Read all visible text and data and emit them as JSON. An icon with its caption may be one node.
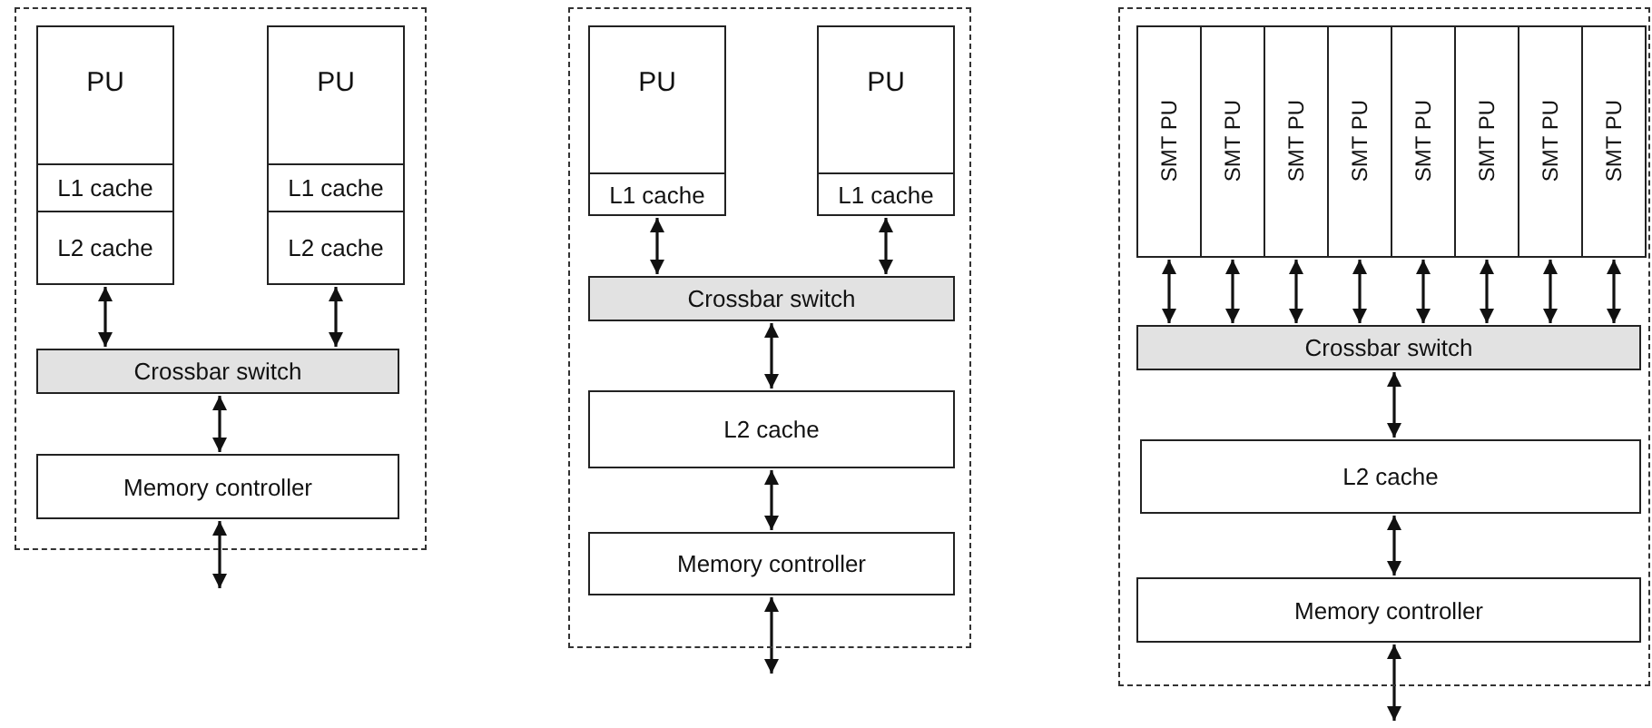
{
  "diagram": {
    "nodes": [
      {
        "text": [],
        "shape": "box"
      },
      {
        "text": [
          "PU"
        ],
        "in": 0
      },
      {
        "text": [
          "L1 cache"
        ],
        "in": 0
      },
      {
        "text": [
          "L2 cache"
        ],
        "in": 0
      },
      {
        "text": [
          "PU"
        ],
        "in": 0
      },
      {
        "text": [
          "L1 cache"
        ],
        "in": 0
      },
      {
        "text": [
          "L2 cache"
        ],
        "in": 0
      },
      {
        "text": [
          "Crossbar switch"
        ],
        "in": 0
      },
      {
        "text": [
          "Memory controller"
        ],
        "in": 0
      },
      {
        "text": [],
        "shape": "box"
      },
      {
        "text": [
          "PU"
        ],
        "in": 9
      },
      {
        "text": [
          "L1 cache"
        ],
        "in": 9
      },
      {
        "text": [
          "PU"
        ],
        "in": 9
      },
      {
        "text": [
          "L1 cache"
        ],
        "in": 9
      },
      {
        "text": [
          "Crossbar switch"
        ],
        "in": 9
      },
      {
        "text": [
          "L2 cache"
        ],
        "in": 9
      },
      {
        "text": [
          "Memory controller"
        ],
        "in": 9
      },
      {
        "text": [],
        "shape": "box"
      },
      {
        "text": [
          "SMT PU"
        ],
        "in": 17
      },
      {
        "text": [
          "SMT PU"
        ],
        "in": 17
      },
      {
        "text": [
          "SMT PU"
        ],
        "in": 17
      },
      {
        "text": [
          "SMT PU"
        ],
        "in": 17
      },
      {
        "text": [
          "SMT PU"
        ],
        "in": 17
      },
      {
        "text": [
          "SMT PU"
        ],
        "in": 17
      },
      {
        "text": [
          "SMT PU"
        ],
        "in": 17
      },
      {
        "text": [
          "SMT PU"
        ],
        "in": 17
      },
      {
        "text": [
          "Crossbar switch"
        ],
        "in": 17
      },
      {
        "text": [
          "L2 cache"
        ],
        "in": 17
      },
      {
        "text": [
          "Memory controller"
        ],
        "in": 17
      }
    ],
    "edges": [
      {
        "from": 3,
        "to": 7,
        "arrow": "both"
      },
      {
        "from": 6,
        "to": 7,
        "arrow": "both"
      },
      {
        "from": 7,
        "to": 8,
        "arrow": "both"
      },
      {
        "from": 8,
        "to": null,
        "arrow": "both"
      },
      {
        "from": 11,
        "to": 14,
        "arrow": "both"
      },
      {
        "from": 13,
        "to": 14,
        "arrow": "both"
      },
      {
        "from": 14,
        "to": 15,
        "arrow": "both"
      },
      {
        "from": 15,
        "to": 16,
        "arrow": "both"
      },
      {
        "from": 16,
        "to": null,
        "arrow": "both"
      },
      {
        "from": 18,
        "to": 26,
        "arrow": "both"
      },
      {
        "from": 19,
        "to": 26,
        "arrow": "both"
      },
      {
        "from": 20,
        "to": 26,
        "arrow": "both"
      },
      {
        "from": 21,
        "to": 26,
        "arrow": "both"
      },
      {
        "from": 22,
        "to": 26,
        "arrow": "both"
      },
      {
        "from": 23,
        "to": 26,
        "arrow": "both"
      },
      {
        "from": 24,
        "to": 26,
        "arrow": "both"
      },
      {
        "from": 25,
        "to": 26,
        "arrow": "both"
      },
      {
        "from": 26,
        "to": 27,
        "arrow": "both"
      },
      {
        "from": 27,
        "to": 28,
        "arrow": "both"
      },
      {
        "from": 28,
        "to": null,
        "arrow": "both"
      }
    ]
  }
}
